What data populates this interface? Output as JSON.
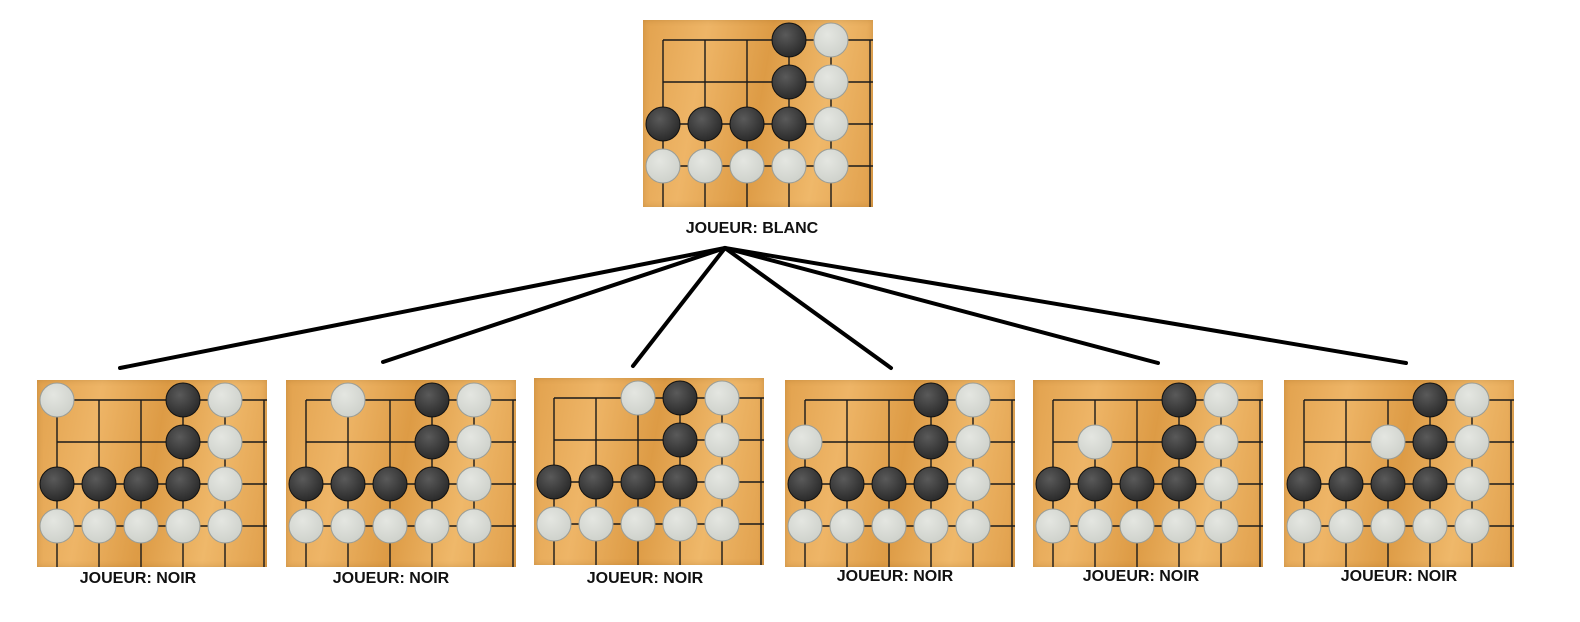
{
  "root": {
    "caption": "JOUEUR: BLANC",
    "black": [
      [
        3,
        0
      ],
      [
        3,
        1
      ],
      [
        0,
        2
      ],
      [
        1,
        2
      ],
      [
        2,
        2
      ],
      [
        3,
        2
      ]
    ],
    "white": [
      [
        4,
        0
      ],
      [
        4,
        1
      ],
      [
        4,
        2
      ],
      [
        0,
        3
      ],
      [
        1,
        3
      ],
      [
        2,
        3
      ],
      [
        3,
        3
      ],
      [
        4,
        3
      ]
    ]
  },
  "children": [
    {
      "caption": "JOUEUR: NOIR",
      "black": [
        [
          3,
          0
        ],
        [
          3,
          1
        ],
        [
          0,
          2
        ],
        [
          1,
          2
        ],
        [
          2,
          2
        ],
        [
          3,
          2
        ]
      ],
      "white": [
        [
          0,
          0
        ],
        [
          4,
          0
        ],
        [
          4,
          1
        ],
        [
          4,
          2
        ],
        [
          0,
          3
        ],
        [
          1,
          3
        ],
        [
          2,
          3
        ],
        [
          3,
          3
        ],
        [
          4,
          3
        ]
      ]
    },
    {
      "caption": "JOUEUR: NOIR",
      "black": [
        [
          3,
          0
        ],
        [
          3,
          1
        ],
        [
          0,
          2
        ],
        [
          1,
          2
        ],
        [
          2,
          2
        ],
        [
          3,
          2
        ]
      ],
      "white": [
        [
          1,
          0
        ],
        [
          4,
          0
        ],
        [
          4,
          1
        ],
        [
          4,
          2
        ],
        [
          0,
          3
        ],
        [
          1,
          3
        ],
        [
          2,
          3
        ],
        [
          3,
          3
        ],
        [
          4,
          3
        ]
      ]
    },
    {
      "caption": "JOUEUR: NOIR",
      "black": [
        [
          3,
          0
        ],
        [
          3,
          1
        ],
        [
          0,
          2
        ],
        [
          1,
          2
        ],
        [
          2,
          2
        ],
        [
          3,
          2
        ]
      ],
      "white": [
        [
          2,
          0
        ],
        [
          4,
          0
        ],
        [
          4,
          1
        ],
        [
          4,
          2
        ],
        [
          0,
          3
        ],
        [
          1,
          3
        ],
        [
          2,
          3
        ],
        [
          3,
          3
        ],
        [
          4,
          3
        ]
      ]
    },
    {
      "caption": "JOUEUR: NOIR",
      "black": [
        [
          3,
          0
        ],
        [
          3,
          1
        ],
        [
          0,
          2
        ],
        [
          1,
          2
        ],
        [
          2,
          2
        ],
        [
          3,
          2
        ]
      ],
      "white": [
        [
          0,
          1
        ],
        [
          4,
          0
        ],
        [
          4,
          1
        ],
        [
          4,
          2
        ],
        [
          0,
          3
        ],
        [
          1,
          3
        ],
        [
          2,
          3
        ],
        [
          3,
          3
        ],
        [
          4,
          3
        ]
      ]
    },
    {
      "caption": "JOUEUR: NOIR",
      "black": [
        [
          3,
          0
        ],
        [
          3,
          1
        ],
        [
          0,
          2
        ],
        [
          1,
          2
        ],
        [
          2,
          2
        ],
        [
          3,
          2
        ]
      ],
      "white": [
        [
          1,
          1
        ],
        [
          4,
          0
        ],
        [
          4,
          1
        ],
        [
          4,
          2
        ],
        [
          0,
          3
        ],
        [
          1,
          3
        ],
        [
          2,
          3
        ],
        [
          3,
          3
        ],
        [
          4,
          3
        ]
      ]
    },
    {
      "caption": "JOUEUR: NOIR",
      "black": [
        [
          3,
          0
        ],
        [
          3,
          1
        ],
        [
          0,
          2
        ],
        [
          1,
          2
        ],
        [
          2,
          2
        ],
        [
          3,
          2
        ]
      ],
      "white": [
        [
          2,
          1
        ],
        [
          4,
          0
        ],
        [
          4,
          1
        ],
        [
          4,
          2
        ],
        [
          0,
          3
        ],
        [
          1,
          3
        ],
        [
          2,
          3
        ],
        [
          3,
          3
        ],
        [
          4,
          3
        ]
      ]
    }
  ],
  "colors": {
    "board": "#e7a959",
    "grid_line": "#1a1a1a",
    "black_stone": "#2b2b2b",
    "white_stone": "#cfd2cc",
    "edge": "#000000"
  }
}
